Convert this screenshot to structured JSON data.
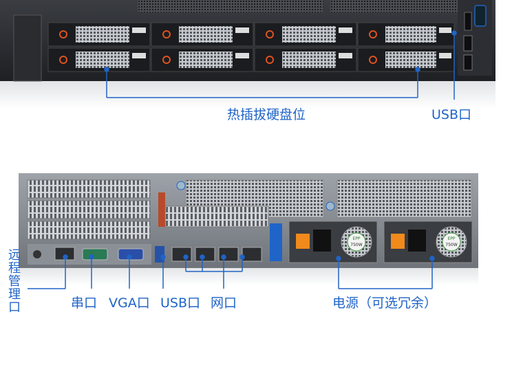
{
  "labels": {
    "hot_swap_bays": "热插拔硬盘位",
    "usb_front": "USB口",
    "remote_mgmt": "远程管理口",
    "serial_port": "串口",
    "vga_port": "VGA口",
    "usb_rear": "USB口",
    "network_port": "网口",
    "power_supply": "电源（可选冗余）"
  },
  "psu_badges": [
    {
      "brand": "EPP",
      "watt": "750W"
    },
    {
      "brand": "EPP",
      "watt": "750W"
    }
  ],
  "colors": {
    "callout_blue": "#1f64c7",
    "drive_accent": "#e0521f",
    "psu_handle": "#f08a1c"
  }
}
